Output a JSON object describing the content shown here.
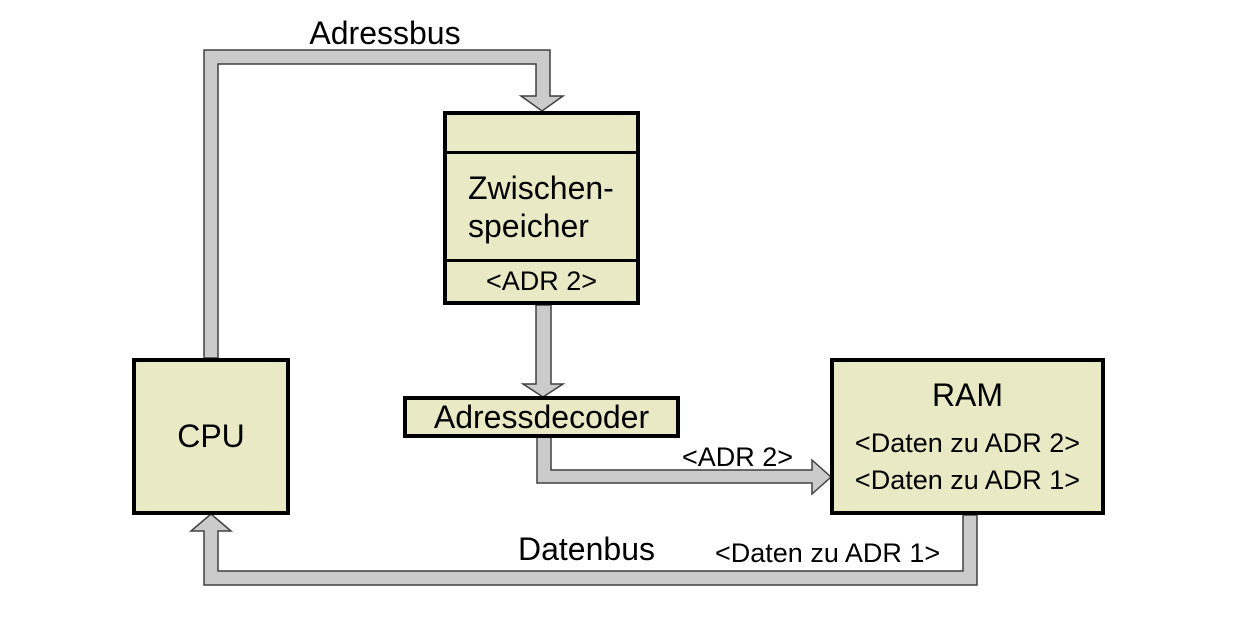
{
  "colors": {
    "background": "#ffffff",
    "box-fill": "#e9e9c5",
    "box-border": "#000000",
    "bus-fill": "#cbcbcb",
    "bus-outline": "#404040",
    "text": "#000000"
  },
  "nodes": {
    "cpu": {
      "label": "CPU"
    },
    "buffer": {
      "label_line1": "Zwischen-",
      "label_line2": "speicher",
      "register_value": "<ADR 2>"
    },
    "decoder": {
      "label": "Adressdecoder"
    },
    "ram": {
      "label": "RAM",
      "rows": [
        "<Daten zu ADR 2>",
        "<Daten zu ADR 1>"
      ]
    }
  },
  "buses": {
    "adressbus": {
      "label": "Adressbus"
    },
    "adr2": {
      "label": "<ADR 2>"
    },
    "datenbus": {
      "label": "Datenbus",
      "payload_label": "<Daten zu ADR 1>"
    }
  }
}
